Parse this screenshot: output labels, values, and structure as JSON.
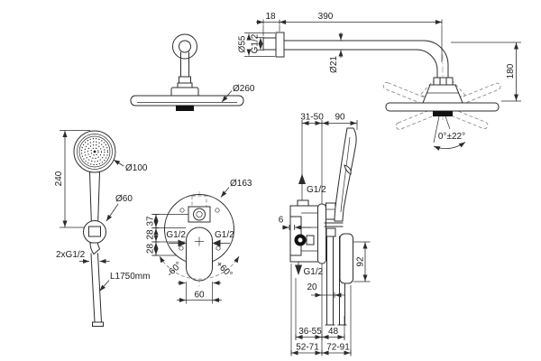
{
  "colors": {
    "line": "#2c2c2c",
    "hidden_line": "#8f8f8f",
    "solid_fill": "#111111",
    "background": "#ffffff"
  },
  "views": {
    "overhead_front": {
      "labels": {
        "d260": "Ø260"
      }
    },
    "arm_side": {
      "labels": {
        "d18": "18",
        "d390": "390",
        "d55": "Ø55",
        "g12": "G1/2",
        "d21": "Ø21",
        "d180": "180",
        "tilt": "0°±22°"
      }
    },
    "hand_shower": {
      "labels": {
        "d240": "240",
        "d100": "Ø100",
        "d60": "Ø60",
        "conn": "2xG1/2",
        "hose": "L1750mm"
      }
    },
    "mixer_front": {
      "labels": {
        "d163": "Ø163",
        "d37": "37",
        "d28a": "28",
        "d28b": "28",
        "g12_left": "G1/2",
        "g12_right": "G1/2",
        "rot_neg": "-60°",
        "rot_pos": "+60°",
        "width": "60"
      }
    },
    "mixer_side": {
      "labels": {
        "depth": "31-50",
        "d90": "90",
        "g12_in": "G1/2",
        "d6": "6",
        "g12_out": "G1/2",
        "d20": "20",
        "d92": "92",
        "r36_55": "36-55",
        "d48": "48",
        "r52_71": "52-71",
        "r72_91": "72-91"
      }
    }
  }
}
